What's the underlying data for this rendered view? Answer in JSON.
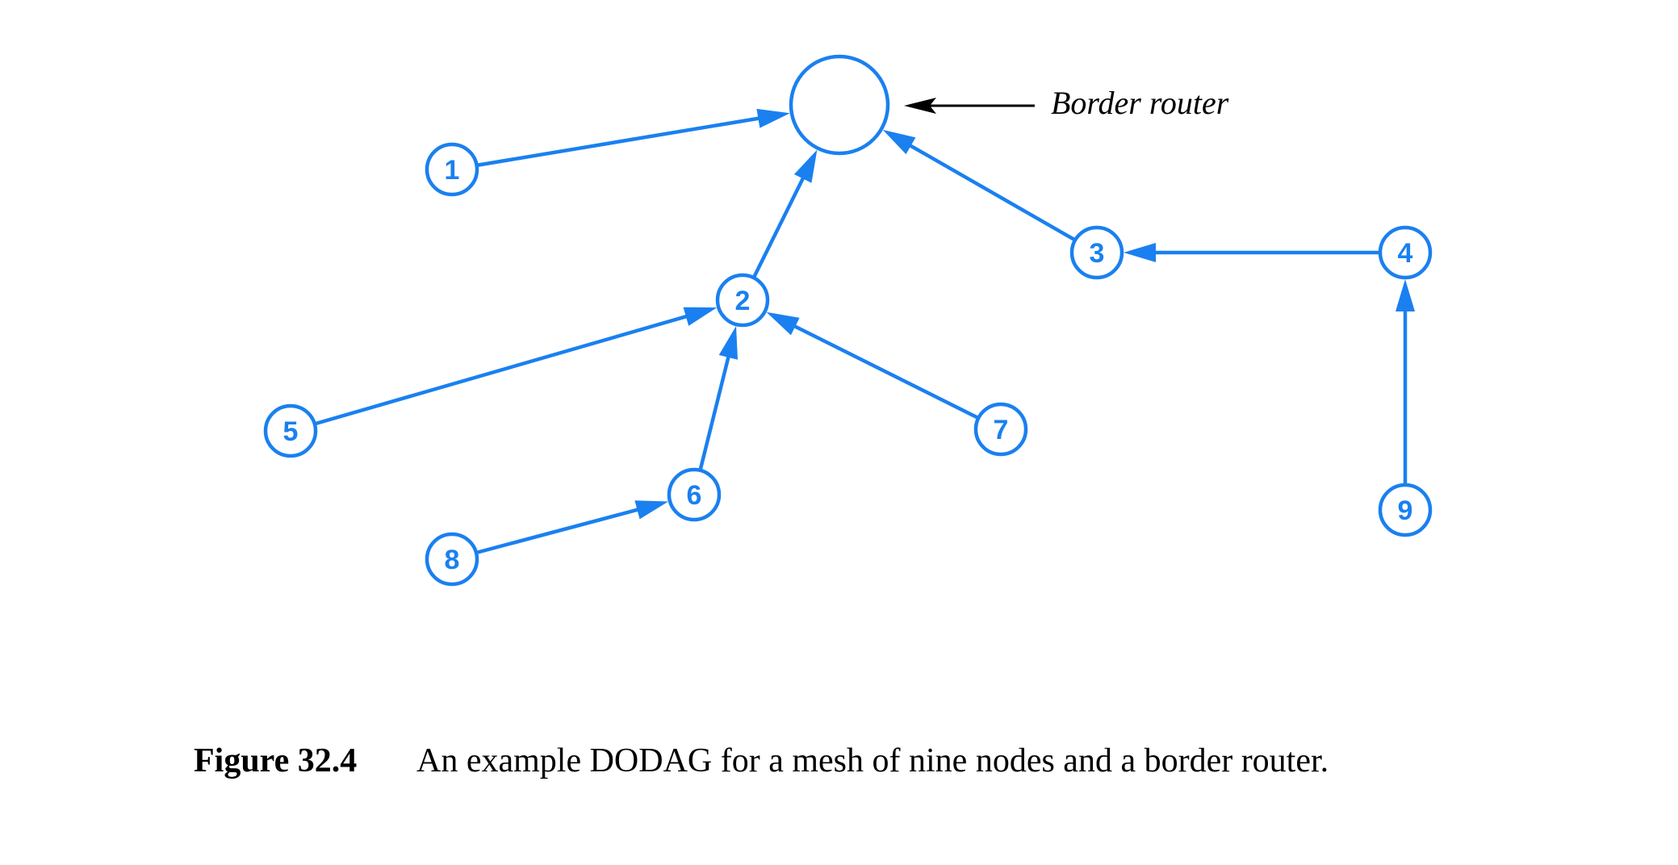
{
  "figure": {
    "colors": {
      "node": "#1a80f0",
      "callout": "#000000"
    },
    "border_router": {
      "id": "root",
      "callout_label": "Border router"
    },
    "nodes": [
      {
        "id": "1",
        "label": "1"
      },
      {
        "id": "2",
        "label": "2"
      },
      {
        "id": "3",
        "label": "3"
      },
      {
        "id": "4",
        "label": "4"
      },
      {
        "id": "5",
        "label": "5"
      },
      {
        "id": "6",
        "label": "6"
      },
      {
        "id": "7",
        "label": "7"
      },
      {
        "id": "8",
        "label": "8"
      },
      {
        "id": "9",
        "label": "9"
      }
    ],
    "edges": [
      {
        "from": "1",
        "to": "root"
      },
      {
        "from": "2",
        "to": "root"
      },
      {
        "from": "3",
        "to": "root"
      },
      {
        "from": "4",
        "to": "3"
      },
      {
        "from": "9",
        "to": "4"
      },
      {
        "from": "5",
        "to": "2"
      },
      {
        "from": "6",
        "to": "2"
      },
      {
        "from": "7",
        "to": "2"
      },
      {
        "from": "8",
        "to": "6"
      }
    ]
  },
  "caption": {
    "label": "Figure 32.4",
    "text": "An example DODAG for a mesh of nine nodes and a border router."
  }
}
